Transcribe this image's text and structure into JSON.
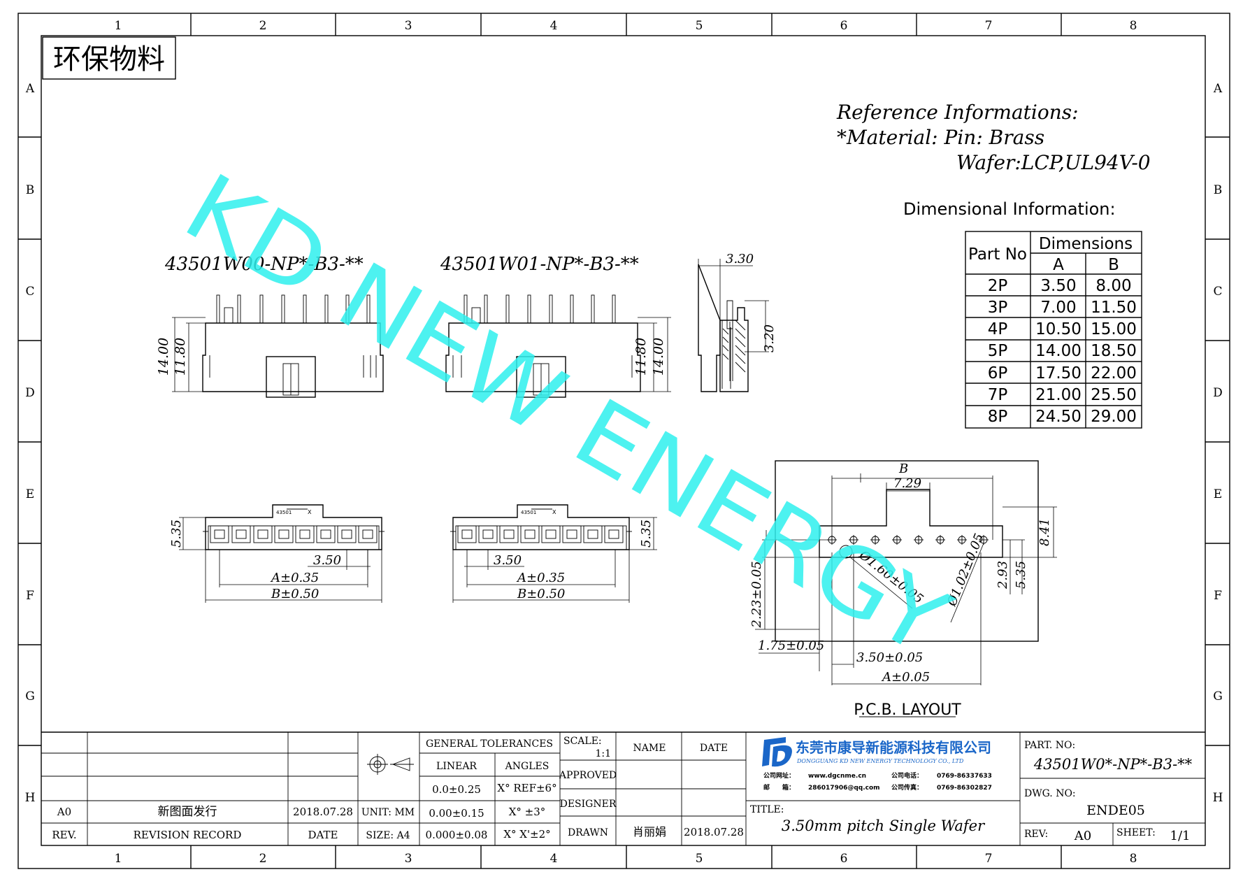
{
  "border": {
    "columns": [
      "1",
      "2",
      "3",
      "4",
      "5",
      "6",
      "7",
      "8"
    ],
    "rows": [
      "A",
      "B",
      "C",
      "D",
      "E",
      "F",
      "G",
      "H"
    ]
  },
  "eco_badge": "环保物料",
  "watermark": "KD NEW ENERGY",
  "reference": {
    "line1": "Reference Informations:",
    "line2": "*Material: Pin: Brass",
    "line3": "Wafer:LCP,UL94V-0"
  },
  "dim_info_title": "Dimensional Information:",
  "dim_table": {
    "part_no_header": "Part No",
    "dimensions_header": "Dimensions",
    "col_a": "A",
    "col_b": "B",
    "rows": [
      {
        "part": "2P",
        "a": "3.50",
        "b": "8.00"
      },
      {
        "part": "3P",
        "a": "7.00",
        "b": "11.50"
      },
      {
        "part": "4P",
        "a": "10.50",
        "b": "15.00"
      },
      {
        "part": "5P",
        "a": "14.00",
        "b": "18.50"
      },
      {
        "part": "6P",
        "a": "17.50",
        "b": "22.00"
      },
      {
        "part": "7P",
        "a": "21.00",
        "b": "25.50"
      },
      {
        "part": "8P",
        "a": "24.50",
        "b": "29.00"
      }
    ]
  },
  "views": {
    "left_part_no": "43501W00-NP*-B3-**",
    "right_part_no": "43501W01-NP*-B3-**",
    "left_dims": {
      "h1": "14.00",
      "h2": "11.80",
      "depth": "5.35",
      "pitch": "3.50",
      "a": "A±0.35",
      "b": "B±0.50"
    },
    "right_dims": {
      "h1": "11.80",
      "h2": "14.00",
      "depth": "5.35",
      "pitch": "3.50",
      "a": "A±0.35",
      "b": "B±0.50"
    },
    "side_dims": {
      "top": "3.30",
      "pin": "3.20"
    },
    "small_mark": "43501",
    "small_x": "X"
  },
  "pcb": {
    "title": "P.C.B. LAYOUT",
    "b": "B",
    "d729": "7.29",
    "d841": "8.41",
    "hole1": "Ø1.60±0.05",
    "hole2": "Ø1.02±0.05",
    "d293": "2.93",
    "d535": "5.35",
    "d223": "2.23±0.05",
    "d175": "1.75±0.05",
    "d350": "3.50±0.05",
    "a": "A±0.05"
  },
  "title_block": {
    "general_tolerances": "GENERAL TOLERANCES",
    "linear": "LINEAR",
    "angles": "ANGLES",
    "lin1": "0.0±0.25",
    "ang1": "X° REF±6°",
    "lin2": "0.00±0.15",
    "ang2": "X° ±3°",
    "lin3": "0.000±0.08",
    "ang3": "X° X'±2°",
    "unit": "UNIT: MM",
    "size": "SIZE: A4",
    "rev_code": "A0",
    "rev_desc": "新图面发行",
    "rev_date": "2018.07.28",
    "rev_label": "REV.",
    "revision_record": "REVISION RECORD",
    "date_label": "DATE",
    "scale_label": "SCALE:",
    "scale_value": "1:1",
    "name_label": "NAME",
    "date_col": "DATE",
    "approved": "APPROVED",
    "designer": "DESIGNER",
    "drawn": "DRAWN",
    "drawn_name": "肖丽娟",
    "drawn_date": "2018.07.28",
    "company_cn": "东莞市康导新能源科技有限公司",
    "company_en": "DONGGUANG KD NEW ENERGY TECHNOLOGY CO., LTD",
    "web_label": "公司网址：",
    "web_value": "www.dgcnme.cn",
    "tel_label": "公司电话：",
    "tel_value": "0769-86337633",
    "mail_label": "邮　　箱：",
    "mail_value": "286017906@qq.com",
    "fax_label": "公司传真：",
    "fax_value": "0769-86302827",
    "title_label": "TITLE:",
    "title_value": "3.50mm pitch Single Wafer",
    "part_no_label": "PART. NO:",
    "part_no_value": "43501W0*-NP*-B3-**",
    "dwg_label": "DWG. NO:",
    "dwg_value": "ENDE05",
    "rev_label2": "REV:",
    "rev_value": "A0",
    "sheet_label": "SHEET:",
    "sheet_value": "1/1"
  },
  "colors": {
    "watermark": "#2ff0ee",
    "logo": "#1a66c8"
  }
}
